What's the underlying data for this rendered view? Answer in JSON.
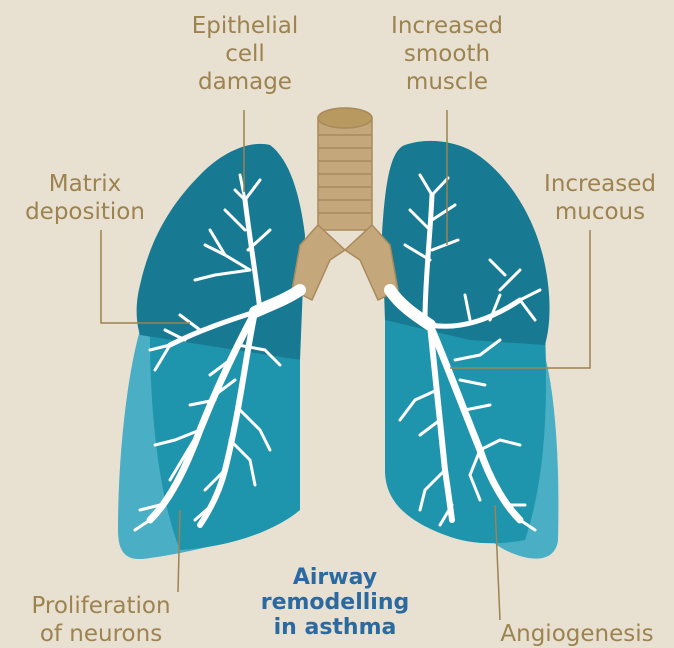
{
  "labels": {
    "epithelial": "Epithelial\ncell\ndamage",
    "smooth_muscle": "Increased\nsmooth\nmuscle",
    "matrix": "Matrix\ndeposition",
    "mucous": "Increased\nmucous",
    "neurons": "Proliferation\nof neurons",
    "angiogenesis": "Angiogenesis"
  },
  "title": "Airway\nremodelling\nin asthma",
  "colors": {
    "background": "#e8e0d0",
    "label_text": "#9c8350",
    "title_text": "#2b6aa0",
    "lung_dark": "#187a92",
    "lung_mid": "#1e95ac",
    "lung_light": "#4aaec4",
    "trachea": "#c4a77a",
    "airway": "#ffffff"
  }
}
